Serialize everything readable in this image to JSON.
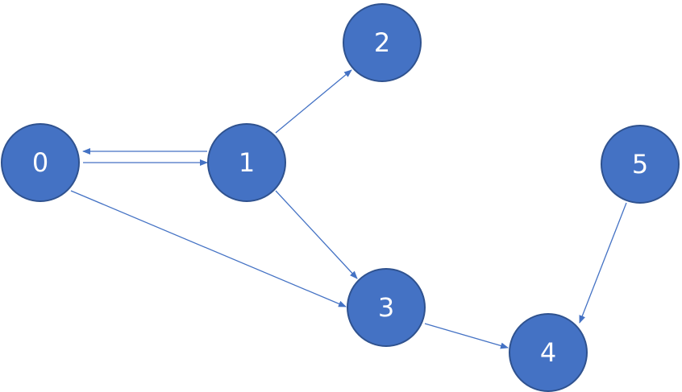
{
  "graph": {
    "nodes": [
      {
        "id": "0",
        "label": "0"
      },
      {
        "id": "1",
        "label": "1"
      },
      {
        "id": "2",
        "label": "2"
      },
      {
        "id": "3",
        "label": "3"
      },
      {
        "id": "4",
        "label": "4"
      },
      {
        "id": "5",
        "label": "5"
      }
    ],
    "edges": [
      {
        "from": "1",
        "to": "0"
      },
      {
        "from": "0",
        "to": "1"
      },
      {
        "from": "1",
        "to": "2"
      },
      {
        "from": "1",
        "to": "3"
      },
      {
        "from": "0",
        "to": "3"
      },
      {
        "from": "3",
        "to": "4"
      },
      {
        "from": "5",
        "to": "4"
      }
    ]
  },
  "colors": {
    "node_fill": "#4472C4",
    "node_border": "#2F528F",
    "edge": "#4472C4",
    "label": "#ffffff"
  }
}
